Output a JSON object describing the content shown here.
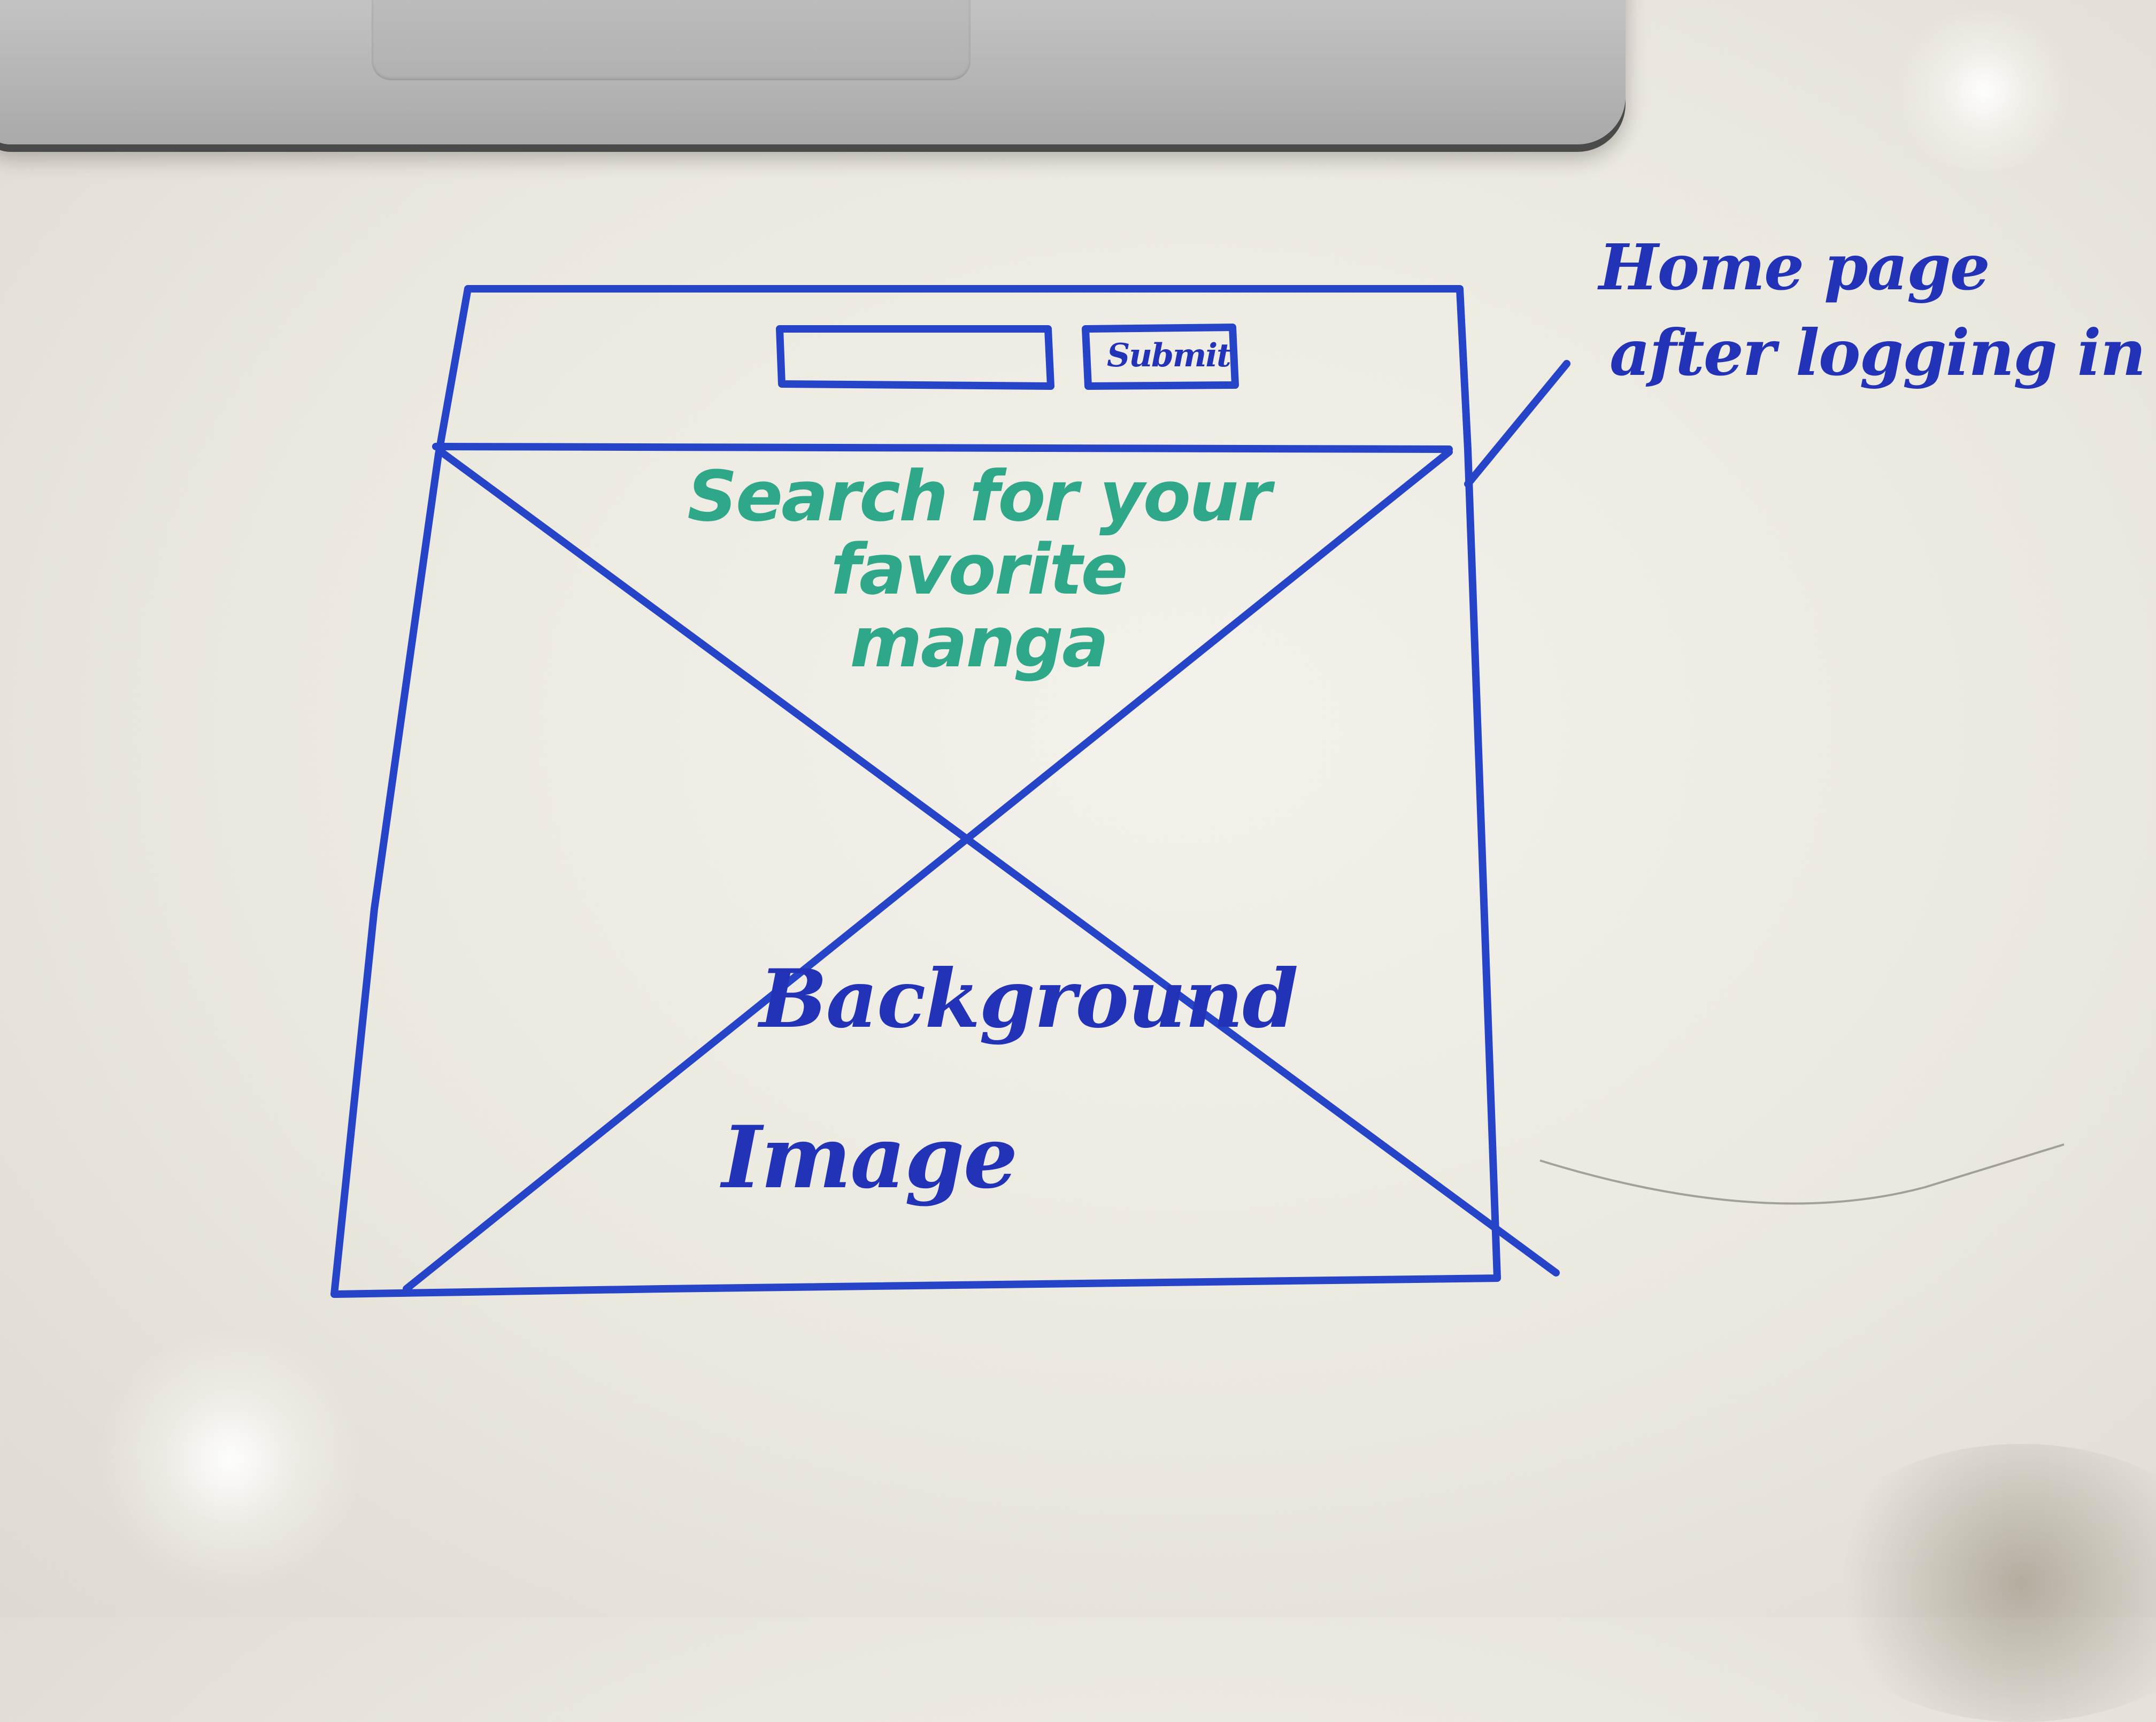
{
  "annotation": {
    "line1": "Home page",
    "line2": "after logging in"
  },
  "wireframe": {
    "submit_label": "Submit",
    "headline_line1": "Search for your",
    "headline_line2": "favorite",
    "headline_line3": "manga",
    "background_word1": "Background",
    "background_word2": "Image"
  },
  "colors": {
    "marker_blue": "#2233b8",
    "marker_teal": "#2fa88a"
  }
}
